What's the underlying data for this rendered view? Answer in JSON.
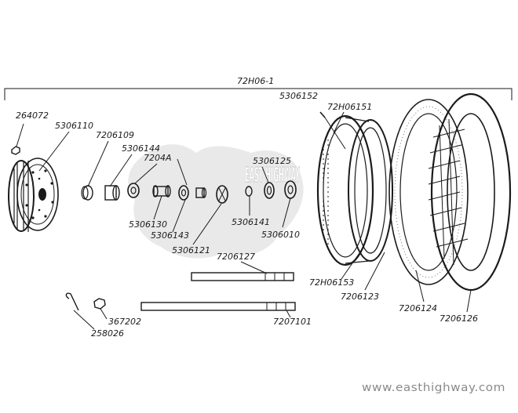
{
  "assembly": {
    "code": "72H06-1"
  },
  "callouts": {
    "p264072": "264072",
    "p5306110": "5306110",
    "p7206109": "7206109",
    "p5306144": "5306144",
    "p7204A": "7204A",
    "p5306130": "5306130",
    "p5306143": "5306143",
    "p5306121": "5306121",
    "p5306125": "5306125",
    "p5306141": "5306141",
    "p5306010": "5306010",
    "p5306152": "5306152",
    "p72H06151": "72H06151",
    "p72H06153": "72H06153",
    "p7206123": "7206123",
    "p7206124": "7206124",
    "p7206126": "7206126",
    "p7206127": "7206127",
    "p367202": "367202",
    "p258026": "258026",
    "p7207101": "7207101"
  },
  "watermark": {
    "logo_text": "EAST HIGHWAY",
    "site_url": "www.easthighway.com"
  },
  "colors": {
    "ink": "#1a1a1a",
    "watermark": "#e9e9e9",
    "site_text": "#8a8a8a"
  }
}
